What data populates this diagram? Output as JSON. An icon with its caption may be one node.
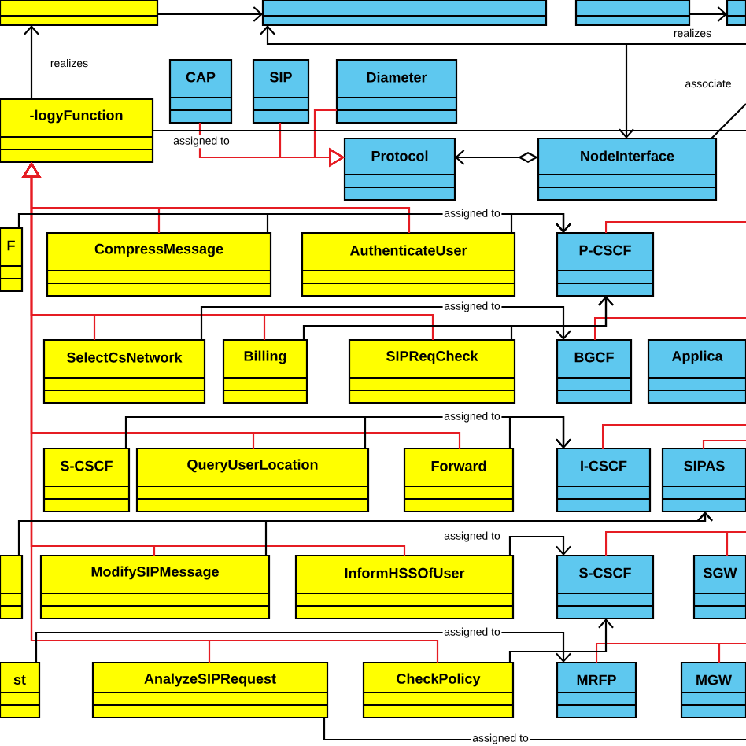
{
  "diagram": {
    "nodes": [
      {
        "text": [],
        "shape": "box"
      },
      {
        "text": [],
        "shape": "box"
      },
      {
        "text": [],
        "shape": "box"
      },
      {
        "text": [],
        "shape": "box"
      },
      {
        "text": [
          "-logyFunction"
        ]
      },
      {
        "text": [
          "CAP"
        ]
      },
      {
        "text": [
          "SIP"
        ]
      },
      {
        "text": [
          "Diameter"
        ]
      },
      {
        "text": [
          "Protocol"
        ]
      },
      {
        "text": [
          "NodeInterface"
        ]
      },
      {
        "text": [
          "F"
        ]
      },
      {
        "text": [
          "CompressMessage"
        ]
      },
      {
        "text": [
          "AuthenticateUser"
        ]
      },
      {
        "text": [
          "P-CSCF"
        ]
      },
      {
        "text": [
          "SelectCsNetwork"
        ]
      },
      {
        "text": [
          "Billing"
        ]
      },
      {
        "text": [
          "SIPReqCheck"
        ]
      },
      {
        "text": [
          "BGCF"
        ]
      },
      {
        "text": [
          "Applica"
        ]
      },
      {
        "text": [
          "S-CSCF"
        ]
      },
      {
        "text": [
          "QueryUserLocation"
        ]
      },
      {
        "text": [
          "Forward"
        ]
      },
      {
        "text": [
          "I-CSCF"
        ]
      },
      {
        "text": [
          "SIPAS"
        ]
      },
      {
        "text": [],
        "shape": "box"
      },
      {
        "text": [
          "ModifySIPMessage"
        ]
      },
      {
        "text": [
          "InformHSSOfUser"
        ]
      },
      {
        "text": [
          "S-CSCF"
        ]
      },
      {
        "text": [
          "SGW"
        ]
      },
      {
        "text": [
          "st"
        ]
      },
      {
        "text": [
          "AnalyzeSIPRequest"
        ]
      },
      {
        "text": [
          "CheckPolicy"
        ]
      },
      {
        "text": [
          "MRFP"
        ]
      },
      {
        "text": [
          "MGW"
        ]
      }
    ],
    "edges": [
      {
        "from": 4,
        "to": 0,
        "arrow": "to",
        "label": "realizes"
      },
      {
        "from": 0,
        "to": 1,
        "arrow": "to"
      },
      {
        "from": 2,
        "to": 3,
        "arrow": "to",
        "label": "realizes"
      },
      {
        "from": null,
        "to": 1,
        "arrow": "to"
      },
      {
        "from": null,
        "to": 9,
        "arrow": "to"
      },
      {
        "from": 9,
        "to": null,
        "arrow": "none",
        "label": "associate"
      },
      {
        "from": 5,
        "to": 8,
        "arrow": "to",
        "color": "#e51c23"
      },
      {
        "from": 6,
        "to": 8,
        "arrow": "to",
        "color": "#e51c23"
      },
      {
        "from": 7,
        "to": 8,
        "arrow": "to",
        "color": "#e51c23"
      },
      {
        "from": 9,
        "to": 8,
        "arrow": "to"
      },
      {
        "from": 4,
        "to": null,
        "arrow": "none",
        "label": "assigned to"
      },
      {
        "from": 11,
        "to": 4,
        "arrow": "to",
        "color": "#e51c23"
      },
      {
        "from": 12,
        "to": 4,
        "arrow": "to",
        "color": "#e51c23"
      },
      {
        "from": 14,
        "to": 4,
        "arrow": "to",
        "color": "#e51c23"
      },
      {
        "from": 15,
        "to": 4,
        "arrow": "to",
        "color": "#e51c23"
      },
      {
        "from": 16,
        "to": 4,
        "arrow": "to",
        "color": "#e51c23"
      },
      {
        "from": 20,
        "to": 4,
        "arrow": "to",
        "color": "#e51c23"
      },
      {
        "from": 21,
        "to": 4,
        "arrow": "to",
        "color": "#e51c23"
      },
      {
        "from": 25,
        "to": 4,
        "arrow": "to",
        "color": "#e51c23"
      },
      {
        "from": 26,
        "to": 4,
        "arrow": "to",
        "color": "#e51c23"
      },
      {
        "from": 30,
        "to": 4,
        "arrow": "to",
        "color": "#e51c23"
      },
      {
        "from": 31,
        "to": 4,
        "arrow": "to",
        "color": "#e51c23"
      },
      {
        "from": 13,
        "to": null,
        "arrow": "none",
        "color": "#e51c23"
      },
      {
        "from": 17,
        "to": null,
        "arrow": "none",
        "color": "#e51c23"
      },
      {
        "from": 22,
        "to": null,
        "arrow": "none",
        "color": "#e51c23"
      },
      {
        "from": 23,
        "to": null,
        "arrow": "none",
        "color": "#e51c23"
      },
      {
        "from": 27,
        "to": null,
        "arrow": "none",
        "color": "#e51c23"
      },
      {
        "from": 28,
        "to": null,
        "arrow": "none",
        "color": "#e51c23"
      },
      {
        "from": 32,
        "to": null,
        "arrow": "none",
        "color": "#e51c23"
      },
      {
        "from": 33,
        "to": null,
        "arrow": "none",
        "color": "#e51c23"
      },
      {
        "from": 10,
        "to": 13,
        "arrow": "to"
      },
      {
        "from": 11,
        "to": 13,
        "arrow": "to"
      },
      {
        "from": 12,
        "to": 13,
        "arrow": "to",
        "label": "assigned to"
      },
      {
        "from": 14,
        "to": 17,
        "arrow": "to",
        "label": "assigned to"
      },
      {
        "from": 15,
        "to": 13,
        "arrow": "to"
      },
      {
        "from": 16,
        "to": 13,
        "arrow": "to"
      },
      {
        "from": 19,
        "to": 22,
        "arrow": "to",
        "label": "assigned to"
      },
      {
        "from": 20,
        "to": 22,
        "arrow": "to"
      },
      {
        "from": 21,
        "to": 22,
        "arrow": "to"
      },
      {
        "from": 24,
        "to": 23,
        "arrow": "to"
      },
      {
        "from": 25,
        "to": 23,
        "arrow": "to"
      },
      {
        "from": 26,
        "to": 27,
        "arrow": "to",
        "label": "assigned to"
      },
      {
        "from": 29,
        "to": 32,
        "arrow": "to",
        "label": "assigned to"
      },
      {
        "from": 31,
        "to": 27,
        "arrow": "to"
      },
      {
        "from": 30,
        "to": null,
        "arrow": "none",
        "label": "assigned to"
      }
    ]
  }
}
